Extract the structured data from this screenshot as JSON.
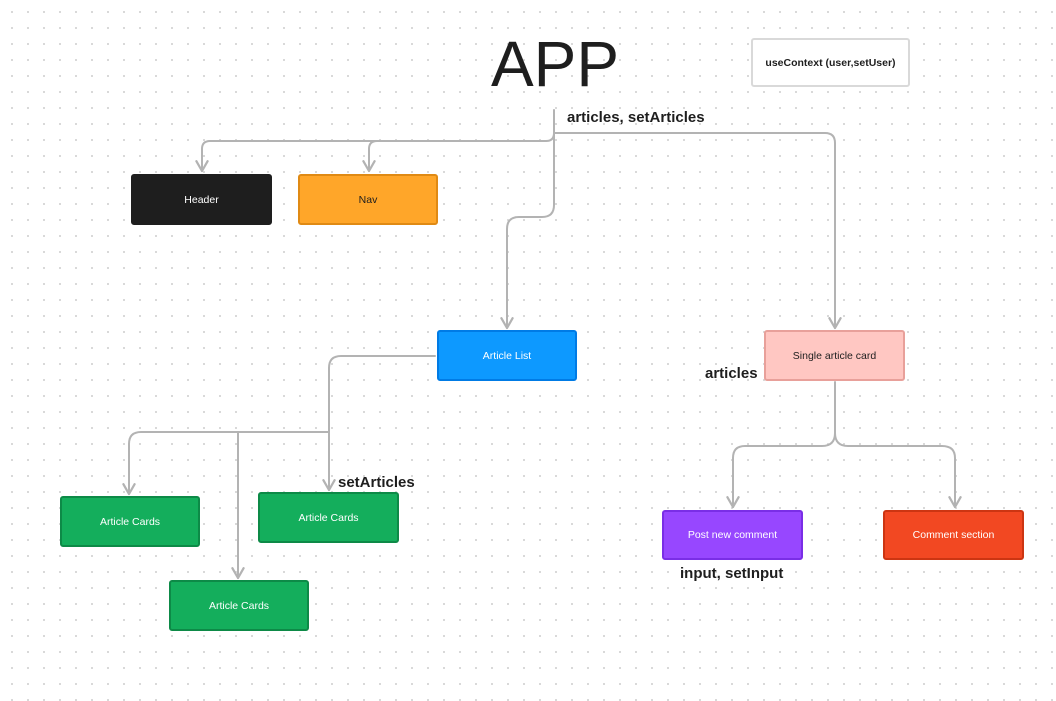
{
  "title": "APP",
  "context_box": "useContext (user,setUser)",
  "nodes": {
    "header": "Header",
    "nav": "Nav",
    "article_list": "Article List",
    "single_article_card": "Single article card",
    "article_cards": [
      "Article Cards",
      "Article Cards",
      "Article Cards"
    ],
    "post_new_comment": "Post new comment",
    "comment_section": "Comment section"
  },
  "labels": {
    "app_state": "articles, setArticles",
    "single_card_prop": "articles",
    "set_articles_prop": "setArticles",
    "comment_state": "input, setInput"
  },
  "colors": {
    "header": "#1e1e1e",
    "nav": "#ffa629",
    "article_list": "#0d99ff",
    "single_article_card": "#ffc7c2",
    "article_cards": "#14ae5c",
    "post_new_comment": "#9747ff",
    "comment_section": "#f24822",
    "connector": "#b3b3b3"
  }
}
